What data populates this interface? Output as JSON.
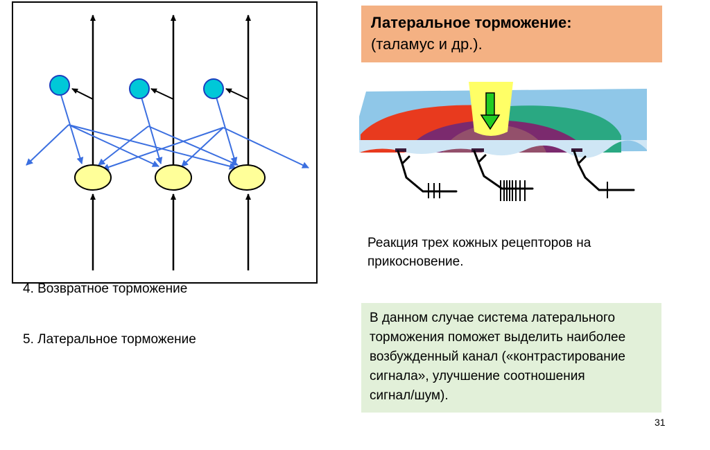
{
  "list": {
    "item4": "4.  Возвратное торможение",
    "item5": "5.  Латеральное торможение"
  },
  "title": {
    "line1": "Латеральное торможение:",
    "line2": "(таламус и др.)."
  },
  "caption": {
    "line1": "Реакция трех кожных рецепторов на",
    "line2": "прикосновение."
  },
  "note": {
    "line1": "В данном случае система латерального",
    "line2": "торможения поможет выделить наиболее",
    "line3": "возбужденный канал («контрастирование",
    "line4": "сигнала», улучшение соотношения",
    "line5": "сигнал/шум)."
  },
  "page_number": "31",
  "colors": {
    "title_box": "#f4b183",
    "note_box": "#e2f0d9",
    "interneuron": "#00c8d8",
    "relay_neuron": "#ffff99",
    "inhibitory_projection": "#3b6fe0",
    "skin_surface": "#8fc7e8",
    "stimulus": "#ffff66",
    "arrow": "#22cc22"
  }
}
